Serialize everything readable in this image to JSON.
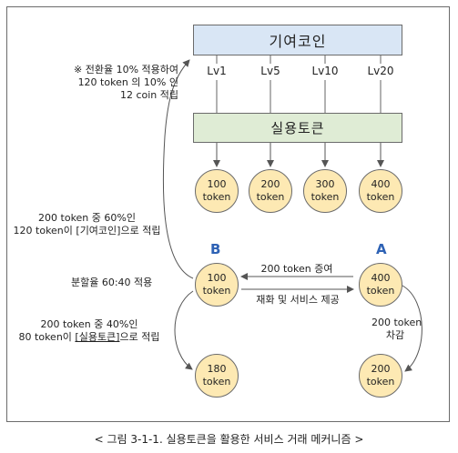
{
  "top_box": "기여코인",
  "mid_box": "실용토큰",
  "levels": [
    "Lv1",
    "Lv5",
    "Lv10",
    "Lv20"
  ],
  "level_coins": [
    {
      "amount": "100",
      "unit": "token"
    },
    {
      "amount": "200",
      "unit": "token"
    },
    {
      "amount": "300",
      "unit": "token"
    },
    {
      "amount": "400",
      "unit": "token"
    }
  ],
  "note_conversion": [
    "※ 전환율 10% 적용하여",
    "120 token 의 10% 인",
    "12 coin 적립"
  ],
  "note_60": [
    "200 token 중 60%인",
    "120 token이 [기여코인]으로 적립"
  ],
  "note_split": "분할율 60:40 적용",
  "note_40": [
    "200 token 중 40%인",
    "80 token이 ",
    "[실용토큰]",
    "으로 적립"
  ],
  "label_b": "B",
  "label_a": "A",
  "coin_b": {
    "amount": "100",
    "unit": "token"
  },
  "coin_a": {
    "amount": "400",
    "unit": "token"
  },
  "coin_b_after": {
    "amount": "180",
    "unit": "token"
  },
  "coin_a_after": {
    "amount": "200",
    "unit": "token"
  },
  "gift_label": "200 token 증여",
  "service_label": "재화 및 서비스 제공",
  "deduct_label": [
    "200 token",
    "차감"
  ],
  "caption": "< 그림 3-1-1. 실용토큰을 활용한 서비스 거래 메커니즘 >"
}
